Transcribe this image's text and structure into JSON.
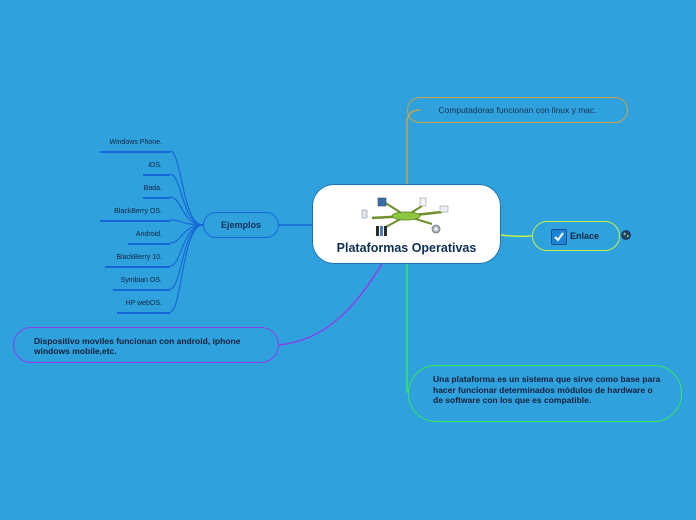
{
  "central": {
    "title": "Plataformas Operativas"
  },
  "ejemplos": {
    "label": "Ejemplos",
    "items": [
      "Windows Phone.",
      "iOS.",
      "Bada.",
      "BlackBerry OS.",
      "Android.",
      "BlackBerry 10.",
      "Symbian OS.",
      "HP webOS."
    ]
  },
  "topic_computers": {
    "text": "Computadoras funcionan con linux y mac."
  },
  "topic_link": {
    "label": "Enlace",
    "icon": "checkbox-icon",
    "extra_icon": "globe-icon"
  },
  "topic_mobile": {
    "text": "Dispositivo moviles funcionan con android, iphone windows mobile,etc."
  },
  "topic_definition": {
    "text": "Una plataforma es un sistema que sirve como base para hacer funcionar determinados módulos de hardware o de software con los que es compatible."
  },
  "colors": {
    "background": "#2fa2de",
    "blue": "#1668d8",
    "orange": "#c9a24a",
    "lime": "#c2ef4a",
    "purple": "#8b3fe8",
    "green": "#34e85c"
  }
}
